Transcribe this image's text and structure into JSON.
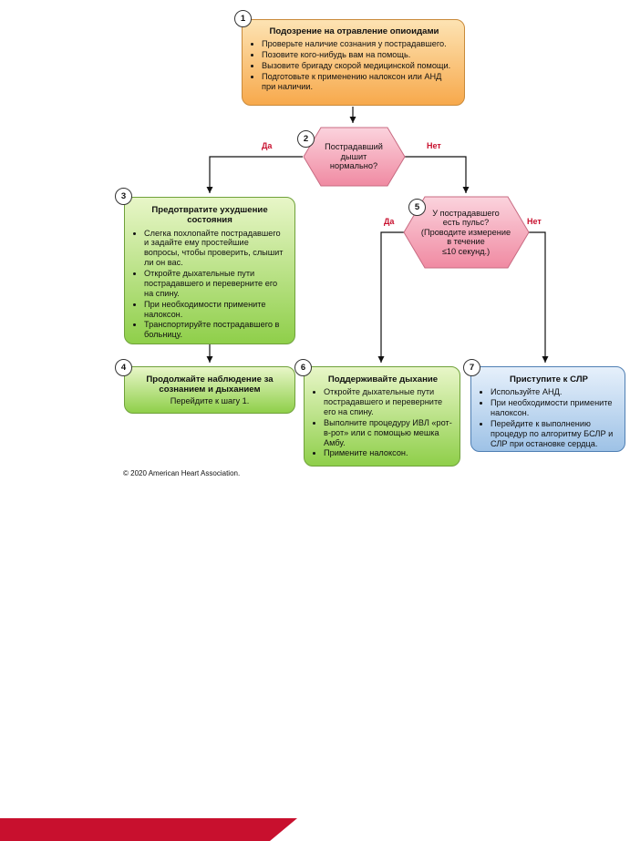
{
  "step1": {
    "num": "1",
    "title": "Подозрение на отравление опиоидами",
    "items": [
      "Проверьте наличие сознания у пострадавшего.",
      "Позовите кого-нибудь вам на помощь.",
      "Вызовите бригаду скорой медицинской помощи.",
      "Подготовьте к применению налоксон или АНД при наличии."
    ]
  },
  "step2": {
    "num": "2",
    "lines": [
      "Пострадавший",
      "дышит",
      "нормально?"
    ],
    "yes": "Да",
    "no": "Нет"
  },
  "step3": {
    "num": "3",
    "title": "Предотвратите ухудшение состояния",
    "items": [
      "Слегка похлопайте пострадавшего и задайте ему простейшие вопросы, чтобы проверить, слышит ли он вас.",
      "Откройте дыхательные пути пострадавшего и переверните его на спину.",
      "При необходимости примените налоксон.",
      "Транспортируйте пострадавшего в больницу."
    ]
  },
  "step4": {
    "num": "4",
    "title": "Продолжайте наблюдение за сознанием и дыханием",
    "sub": "Перейдите к шагу 1."
  },
  "step5": {
    "num": "5",
    "lines": [
      "У пострадавшего",
      "есть пульс?",
      "(Проводите измерение",
      "в течение",
      "≤10 секунд.)"
    ],
    "yes": "Да",
    "no": "Нет"
  },
  "step6": {
    "num": "6",
    "title": "Поддерживайте дыхание",
    "items": [
      "Откройте дыхательные пути пострадавшего и переверните его на спину.",
      "Выполните процедуру ИВЛ «рот-в-рот» или с помощью мешка Амбу.",
      "Примените налоксон."
    ]
  },
  "step7": {
    "num": "7",
    "title": "Приступите к СЛР",
    "items": [
      "Используйте АНД.",
      "При необходимости примените налоксон.",
      "Перейдите к выполнению процедур по алгоритму БСЛР и СЛР при остановке сердца."
    ]
  },
  "copyright": "© 2020 American Heart Association.",
  "colors": {
    "orange": "#f7a94c",
    "green": "#8fcf4a",
    "blue": "#9ec2e6",
    "pink": "#f4a6b8",
    "red": "#c8102e"
  }
}
